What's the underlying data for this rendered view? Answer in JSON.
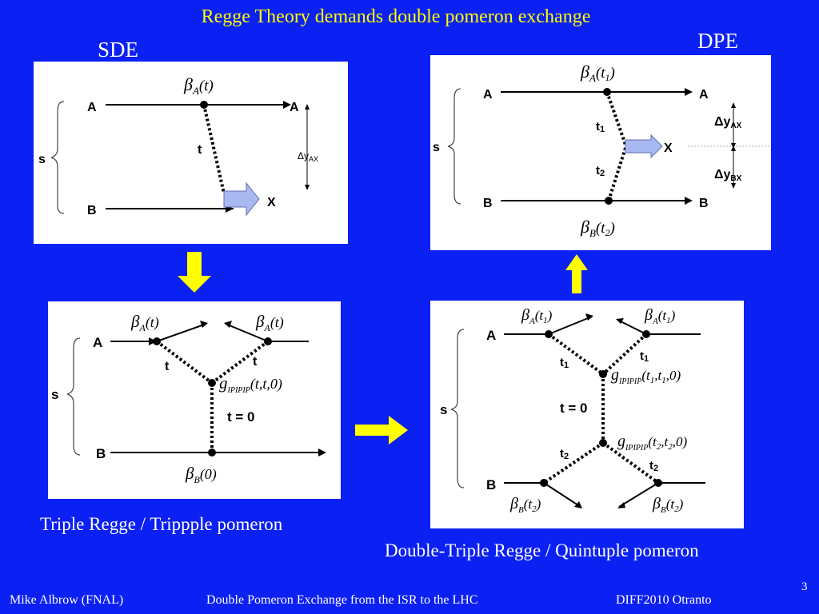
{
  "slide": {
    "title": "Regge Theory demands double pomeron exchange",
    "sde_label": "SDE",
    "dpe_label": "DPE",
    "caption_left": "Triple Regge / Trippple pomeron",
    "caption_right": "Double-Triple Regge / Quintuple pomeron",
    "page_number": "3"
  },
  "footer": {
    "author": "Mike Albrow (FNAL)",
    "talk": "Double Pomeron Exchange from the ISR to the LHC",
    "conference": "DIFF2010 Otranto"
  },
  "colors": {
    "background": "#0b20f2",
    "title": "#ffff00",
    "arrow": "#ffff00",
    "pomeron_arrow": "#a8b8f0"
  },
  "sde": {
    "A": "A",
    "A_out": "A",
    "B": "B",
    "s": "s",
    "t": "t",
    "X": "X",
    "beta": "β",
    "beta_sub": "A",
    "beta_arg": "(t)",
    "dy": "Δy",
    "dy_sub": "AX"
  },
  "dpe": {
    "A": "A",
    "A_out": "A",
    "B": "B",
    "B_out": "B",
    "s": "s",
    "X": "X",
    "t1": "t",
    "t1_sub": "1",
    "t2": "t",
    "t2_sub": "2",
    "betaA": "β",
    "betaA_sub": "A",
    "betaA_arg_open": "(t",
    "betaA_arg_sub": "1",
    "betaA_arg_close": ")",
    "betaB": "β",
    "betaB_sub": "B",
    "betaB_arg_open": "(t",
    "betaB_arg_sub": "2",
    "betaB_arg_close": ")",
    "dyAX": "Δy",
    "dyAX_sub": "AX",
    "dyBX": "Δy",
    "dyBX_sub": "BX"
  },
  "triple": {
    "A": "A",
    "B": "B",
    "s": "s",
    "t_left": "t",
    "t_right": "t",
    "t0": "t = 0",
    "beta_l": "β",
    "beta_l_sub": "A",
    "beta_l_arg": "(t)",
    "beta_r": "β",
    "beta_r_sub": "A",
    "beta_r_arg": "(t)",
    "g": "g",
    "g_sub": "IPIPIP",
    "g_arg": "(t,t,0)",
    "beta_b": "β",
    "beta_b_sub": "B",
    "beta_b_arg": "(0)"
  },
  "quint": {
    "A": "A",
    "B": "B",
    "s": "s",
    "t0": "t = 0",
    "t1l": "t",
    "t1l_sub": "1",
    "t1r": "t",
    "t1r_sub": "1",
    "t2l": "t",
    "t2l_sub": "2",
    "t2r": "t",
    "t2r_sub": "2",
    "bal": "β",
    "bal_sub": "A",
    "bal_o": "(t",
    "bal_s": "1",
    "bal_c": ")",
    "bar": "β",
    "bar_sub": "A",
    "bar_o": "(t",
    "bar_s": "1",
    "bar_c": ")",
    "g1": "g",
    "g1_sub": "IPIPIP",
    "g1_arg": "(t",
    "g1_s1": "1",
    "g1_mid": ",t",
    "g1_s2": "1",
    "g1_end": ",0)",
    "g2": "g",
    "g2_sub": "IPIPIP",
    "g2_arg": "(t",
    "g2_s1": "2",
    "g2_mid": ",t",
    "g2_s2": "2",
    "g2_end": ",0)",
    "bbl": "β",
    "bbl_sub": "B",
    "bbl_o": "(t",
    "bbl_s": "2",
    "bbl_c": ")",
    "bbr": "β",
    "bbr_sub": "B",
    "bbr_o": "(t",
    "bbr_s": "2",
    "bbr_c": ")"
  }
}
